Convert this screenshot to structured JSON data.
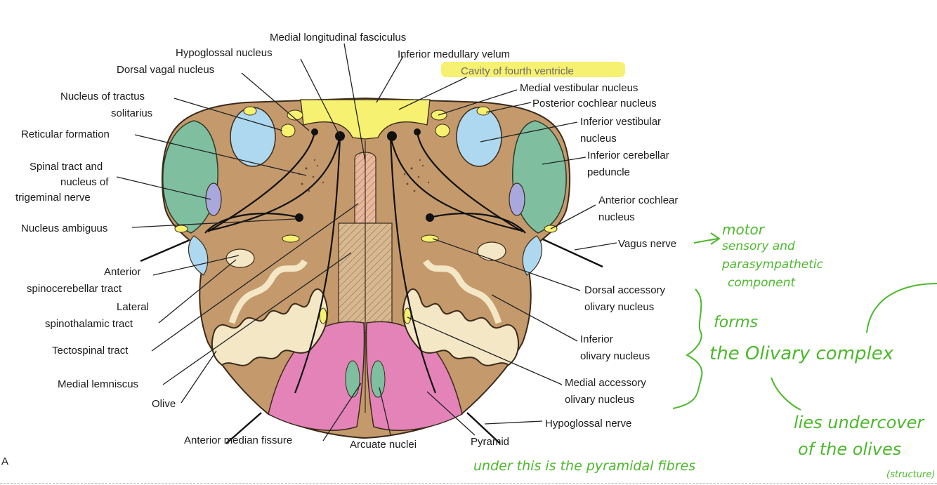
{
  "colors": {
    "tissue": "#c49a6c",
    "tissue_outline": "#3a2a1a",
    "vestibular": "#add8f0",
    "cerebellar": "#7fbf9f",
    "trigeminal": "#a9a8dc",
    "pyramid": "#e383b8",
    "ventricle": "#f6f170",
    "olive_cream": "#f4e7c6",
    "handwriting": "#4cb82c"
  },
  "figure_letter": "A",
  "labels_left": {
    "mlf": "Medial longitudinal fasciculus",
    "hypoglossal_nucleus": "Hypoglossal nucleus",
    "dorsal_vagal": "Dorsal vagal nucleus",
    "tractus_1": "Nucleus of tractus",
    "tractus_2": "solitarius",
    "reticular": "Reticular formation",
    "spinal_1": "Spinal tract and",
    "spinal_2": "nucleus of",
    "spinal_3": "trigeminal nerve",
    "ambiguus": "Nucleus ambiguus",
    "ant_spino_1": "Anterior",
    "ant_spino_2": "spinocerebellar tract",
    "lat_spino_1": "Lateral",
    "lat_spino_2": "spinothalamic tract",
    "tectospinal": "Tectospinal tract",
    "medial_lemniscus": "Medial lemniscus",
    "olive": "Olive",
    "ant_median_fissure": "Anterior median fissure",
    "arcuate": "Arcuate nuclei",
    "pyramid": "Pyramid"
  },
  "labels_right": {
    "inf_velum": "Inferior medullary velum",
    "cavity": "Cavity of fourth ventricle",
    "med_vestibular": "Medial vestibular nucleus",
    "post_cochlear": "Posterior cochlear nucleus",
    "inf_vest_1": "Inferior vestibular",
    "inf_vest_2": "nucleus",
    "inf_cereb_1": "Inferior cerebellar",
    "inf_cereb_2": "peduncle",
    "ant_cochlear_1": "Anterior cochlear",
    "ant_cochlear_2": "nucleus",
    "vagus": "Vagus nerve",
    "dorsal_acc_1": "Dorsal accessory",
    "dorsal_acc_2": "olivary nucleus",
    "inf_olivary_1": "Inferior",
    "inf_olivary_2": "olivary nucleus",
    "med_acc_1": "Medial accessory",
    "med_acc_2": "olivary nucleus",
    "hypoglossal_nerve": "Hypoglossal nerve"
  },
  "handwritten_notes": {
    "vagus_1": "motor",
    "vagus_2": "sensory and",
    "vagus_3": "parasympathetic",
    "vagus_4": "component",
    "forms": "forms",
    "olivary_complex": "the Olivary complex",
    "lies_1": "lies undercover",
    "lies_2": "of the olives",
    "lies_3": "(structure)",
    "pyramid_note": "under this is the pyramidal fibres"
  }
}
